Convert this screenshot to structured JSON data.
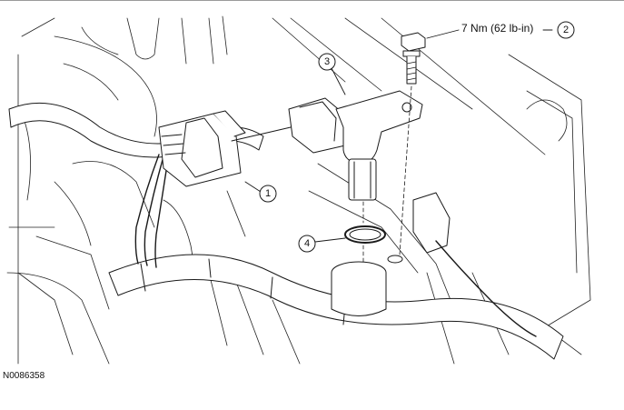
{
  "figure_id": "N0086358",
  "torque_spec": "7 Nm (62 lb-in)",
  "callouts": [
    {
      "number": "1"
    },
    {
      "number": "2"
    },
    {
      "number": "3"
    },
    {
      "number": "4"
    }
  ]
}
